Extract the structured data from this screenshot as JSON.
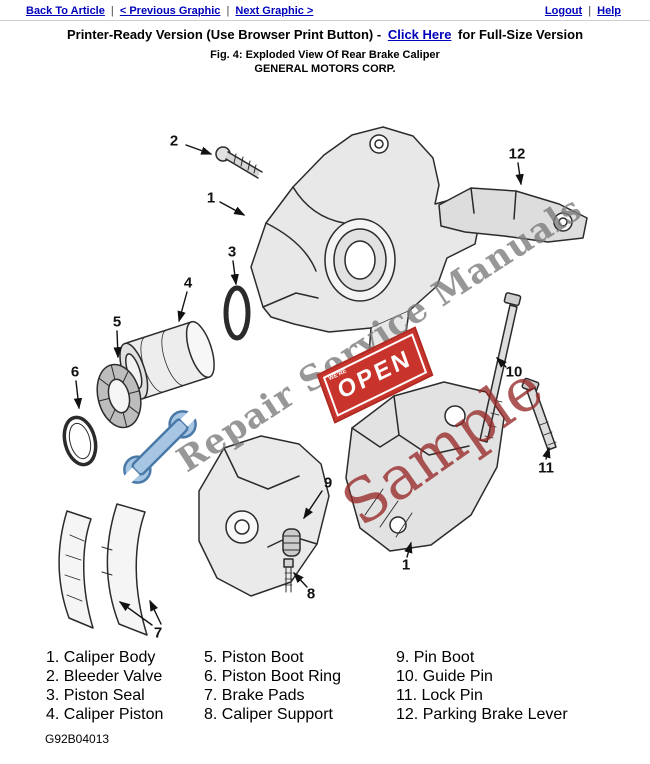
{
  "nav": {
    "separator": "|",
    "back_to_article": "Back To Article",
    "previous_graphic": "< Previous Graphic",
    "next_graphic": "Next Graphic >",
    "logout": "Logout",
    "help": "Help"
  },
  "header": {
    "printer_ready_prefix": "Printer-Ready Version (Use Browser Print Button) -",
    "click_here_label": "Click Here",
    "printer_ready_suffix": "for Full-Size Version",
    "figure_caption": "Fig. 4: Exploded View Of Rear Brake Caliper",
    "manufacturer": "GENERAL MOTORS CORP."
  },
  "diagram": {
    "watermark_line": "Repair Service Manuals",
    "watermark_sample": "Sample",
    "open_sign_small": "WE'RE",
    "open_sign": "OPEN",
    "callouts": [
      "2",
      "1",
      "12",
      "3",
      "4",
      "5",
      "6",
      "10",
      "11",
      "9",
      "8",
      "7",
      "1"
    ]
  },
  "legend": {
    "col1": [
      "1. Caliper Body",
      "2. Bleeder Valve",
      "3. Piston Seal",
      "4. Caliper Piston"
    ],
    "col2": [
      "5. Piston Boot",
      "6. Piston Boot Ring",
      "7. Brake Pads",
      "8. Caliper Support"
    ],
    "col3": [
      "9. Pin Boot",
      "10. Guide Pin",
      "11. Lock Pin",
      "12. Parking Brake Lever"
    ]
  },
  "footer": {
    "figure_id": "G92B04013"
  }
}
